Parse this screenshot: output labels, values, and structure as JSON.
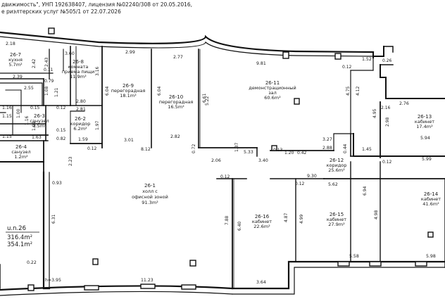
{
  "header": {
    "line1": "движимость\", УНП 192638407, лицензия №02240/308 от 20.05.2016,",
    "line2": "е риэлтерских услуг №505/1 от 22.07.2026"
  },
  "summary": {
    "label": "u.n.26",
    "area_total": "316.4m²",
    "area_gross": "354.1m²",
    "height": "h=3.95"
  },
  "rooms": [
    {
      "id": "26-7",
      "name": "кухня",
      "area": "5.7m²"
    },
    {
      "id": "26-8",
      "name": "комната",
      "name2": "приема пищи",
      "area": "11.9m²"
    },
    {
      "id": "26-9",
      "name": "перегорадная",
      "area": "18.1m²"
    },
    {
      "id": "26-10",
      "name": "перегорадная",
      "area": "16.5m²"
    },
    {
      "id": "26-11",
      "name": "демонстрационный",
      "name2": "зал",
      "area": "60.6m²"
    },
    {
      "id": "26-3",
      "name": "санузел",
      "area": "3.5m²"
    },
    {
      "id": "26-2",
      "name": "коридор",
      "area": "6.2m²"
    },
    {
      "id": "26-4",
      "name": "санузел",
      "area": "1.2m²"
    },
    {
      "id": "26-1",
      "name": "холл с",
      "name2": "офисной зоной",
      "area": "91.3m²"
    },
    {
      "id": "26-16",
      "name": "кабинет",
      "area": "22.6m²"
    },
    {
      "id": "26-15",
      "name": "кабинет",
      "area": "27.9m²"
    },
    {
      "id": "26-12",
      "name": "коридор",
      "area": "25.6m²"
    },
    {
      "id": "26-13",
      "name": "кабинет",
      "area": "17.4m²"
    },
    {
      "id": "26-14",
      "name": "кабинет",
      "area": "41.6m²"
    }
  ],
  "dimensions": {
    "d218": "2.18",
    "d360": "3.60",
    "d299": "2.99",
    "d277": "2.77",
    "d981": "9.81",
    "d152": "1.52",
    "d012a": "0.12",
    "d026": "0.26",
    "d242": "2.42",
    "d243": "2.43",
    "d011": "0.11",
    "d079": "0.79",
    "d239": "2.39",
    "d316": "3.16",
    "d604a": "6.04",
    "d604b": "6.04",
    "d255": "2.55",
    "d108": "1.08",
    "d121": "1.21",
    "d280": "2.80",
    "d281": "2.81",
    "d015a": "0.15",
    "d012b": "0.12",
    "d116": "1.16",
    "d100": "1.00",
    "d115a": "1.15",
    "d116b": "1.16",
    "d197": "1.97",
    "d522": "5.22",
    "d661": "6.61",
    "d475": "4.75",
    "d412": "4.12",
    "d495": "4.95",
    "d216": "2.16",
    "d276": "2.76",
    "d298": "2.98",
    "d101": "1.01",
    "d015b": "0.15",
    "d163": "1.63",
    "d082": "0.82",
    "d115b": "1.15",
    "d159": "1.59",
    "d012c": "0.12",
    "d301": "3.01",
    "d812": "8.12",
    "d282": "2.82",
    "d072": "0.72",
    "d533": "5.33",
    "d013": "0.13",
    "d120": "1.20",
    "d042": "0.42",
    "d327": "3.27",
    "d288": "2.88",
    "d044": "0.44",
    "d145": "1.45",
    "d594": "5.94",
    "d599": "5.99",
    "d012d": "0.12",
    "d223": "2.23",
    "d206": "2.06",
    "d137": "1.37",
    "d340": "3.40",
    "d930": "9.30",
    "d012e": "0.12",
    "d012f": "0.12",
    "d093": "0.93",
    "d562": "5.62",
    "d694": "6.94",
    "d631": "6.31",
    "d788": "7.88",
    "d640": "6.40",
    "d487": "4.87",
    "d499": "4.99",
    "d498": "4.98",
    "d022": "0.22",
    "d558": "5.58",
    "d598": "5.98",
    "d1123": "11.23",
    "d364": "3.64"
  }
}
